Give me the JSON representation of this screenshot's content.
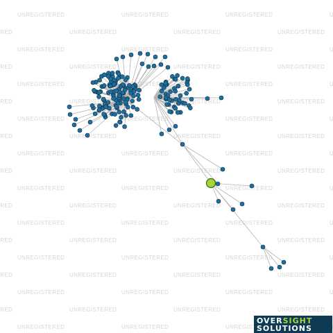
{
  "watermark": {
    "text": "UNREGISTERED"
  },
  "logo": {
    "line1_a": "OVER",
    "line1_b": "SIGHT",
    "line2": "SOLUTIONS",
    "color_main": "#ffffff",
    "color_accent": "#a6d63a",
    "bg": "#0e3a54"
  },
  "graph": {
    "node_color": "#1f6f9c",
    "focus_color": "#a6d63a",
    "edge_color": "#b4b4b4"
  }
}
